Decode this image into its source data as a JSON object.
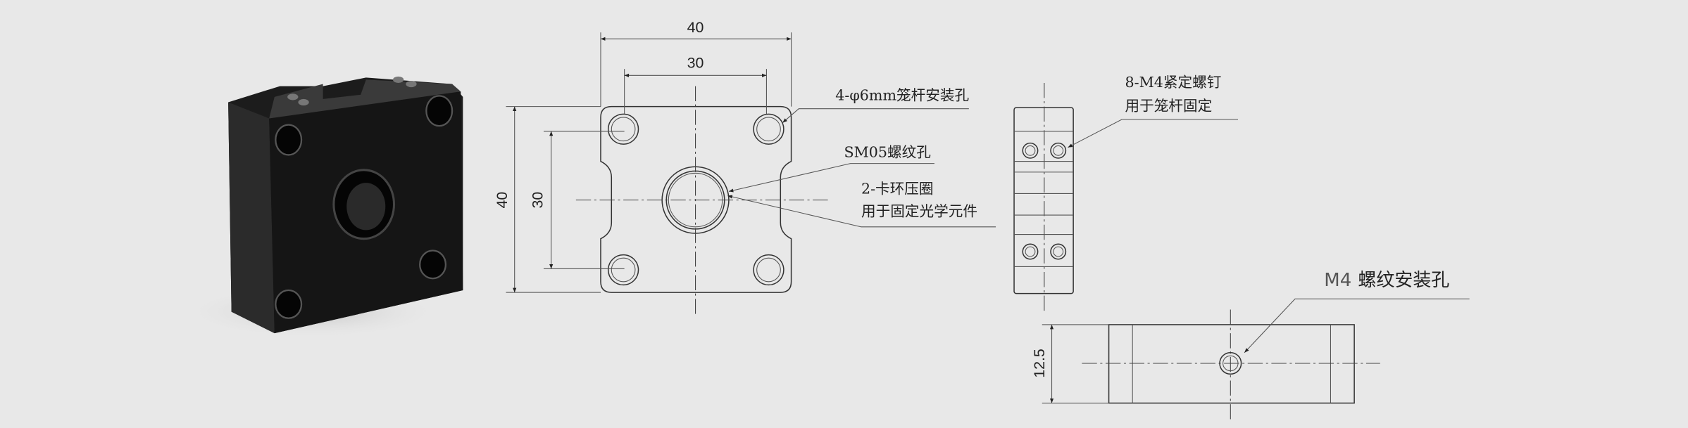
{
  "dimensions": {
    "front_width_outer": "40",
    "front_width_inner": "30",
    "front_height_outer": "40",
    "front_height_inner": "30",
    "bottom_thickness": "12.5"
  },
  "labels": {
    "cage_rod_holes": "4-φ6mm笼杆安装孔",
    "sm05_thread": "SM05螺纹孔",
    "retaining_ring_line1": "2-卡环压圈",
    "retaining_ring_line2": "用于固定光学元件",
    "setscrew_line1": "8-M4紧定螺钉",
    "setscrew_line2": "用于笼杆固定",
    "m4_mount_prefix": "M4",
    "m4_mount_suffix": "螺纹安装孔"
  }
}
